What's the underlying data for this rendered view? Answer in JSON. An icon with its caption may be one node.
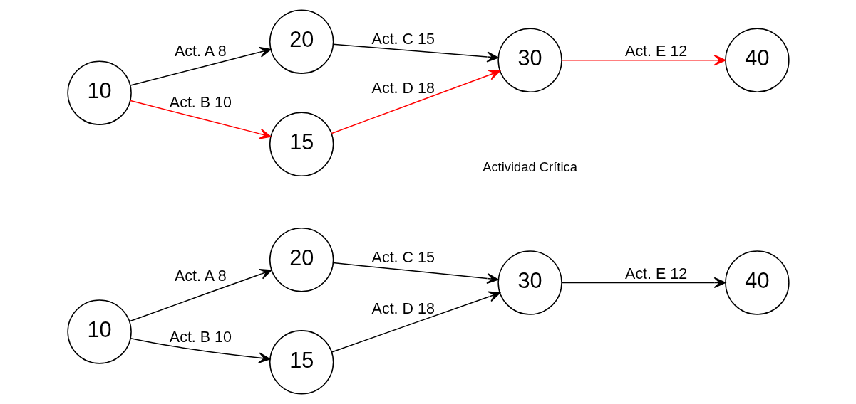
{
  "diagram": {
    "nodes": [
      {
        "text": [
          "10"
        ]
      },
      {
        "text": [
          "20"
        ]
      },
      {
        "text": [
          "30"
        ]
      },
      {
        "text": [
          "40"
        ]
      },
      {
        "text": [
          "15"
        ]
      },
      {
        "text": [
          "10"
        ]
      },
      {
        "text": [
          "20"
        ]
      },
      {
        "text": [
          "30"
        ]
      },
      {
        "text": [
          "40"
        ]
      },
      {
        "text": [
          "15"
        ]
      }
    ],
    "edges": [
      {
        "from": 0,
        "to": 1,
        "arrow": "to",
        "label": "Act. A 8"
      },
      {
        "from": 1,
        "to": 2,
        "arrow": "to",
        "label": "Act. C 15"
      },
      {
        "from": 2,
        "to": 3,
        "arrow": "to",
        "label": "Act. E 12"
      },
      {
        "from": 0,
        "to": 4,
        "arrow": "to",
        "label": "Act. B 10"
      },
      {
        "from": 4,
        "to": 2,
        "arrow": "to",
        "label": "Act. D 18"
      },
      {
        "from": 5,
        "to": 6,
        "arrow": "to",
        "label": "Act. A 8"
      },
      {
        "from": 6,
        "to": 7,
        "arrow": "to",
        "label": "Act. C 15"
      },
      {
        "from": 7,
        "to": 8,
        "arrow": "to",
        "label": "Act. E 12",
        "color": "#ff0000"
      },
      {
        "from": 5,
        "to": 9,
        "arrow": "to",
        "label": "Act. B 10",
        "color": "#ff0000"
      },
      {
        "from": 9,
        "to": 7,
        "arrow": "to",
        "label": "Act. D 18",
        "color": "#ff0000"
      }
    ],
    "labels": [
      "Actividad Crítica"
    ]
  }
}
